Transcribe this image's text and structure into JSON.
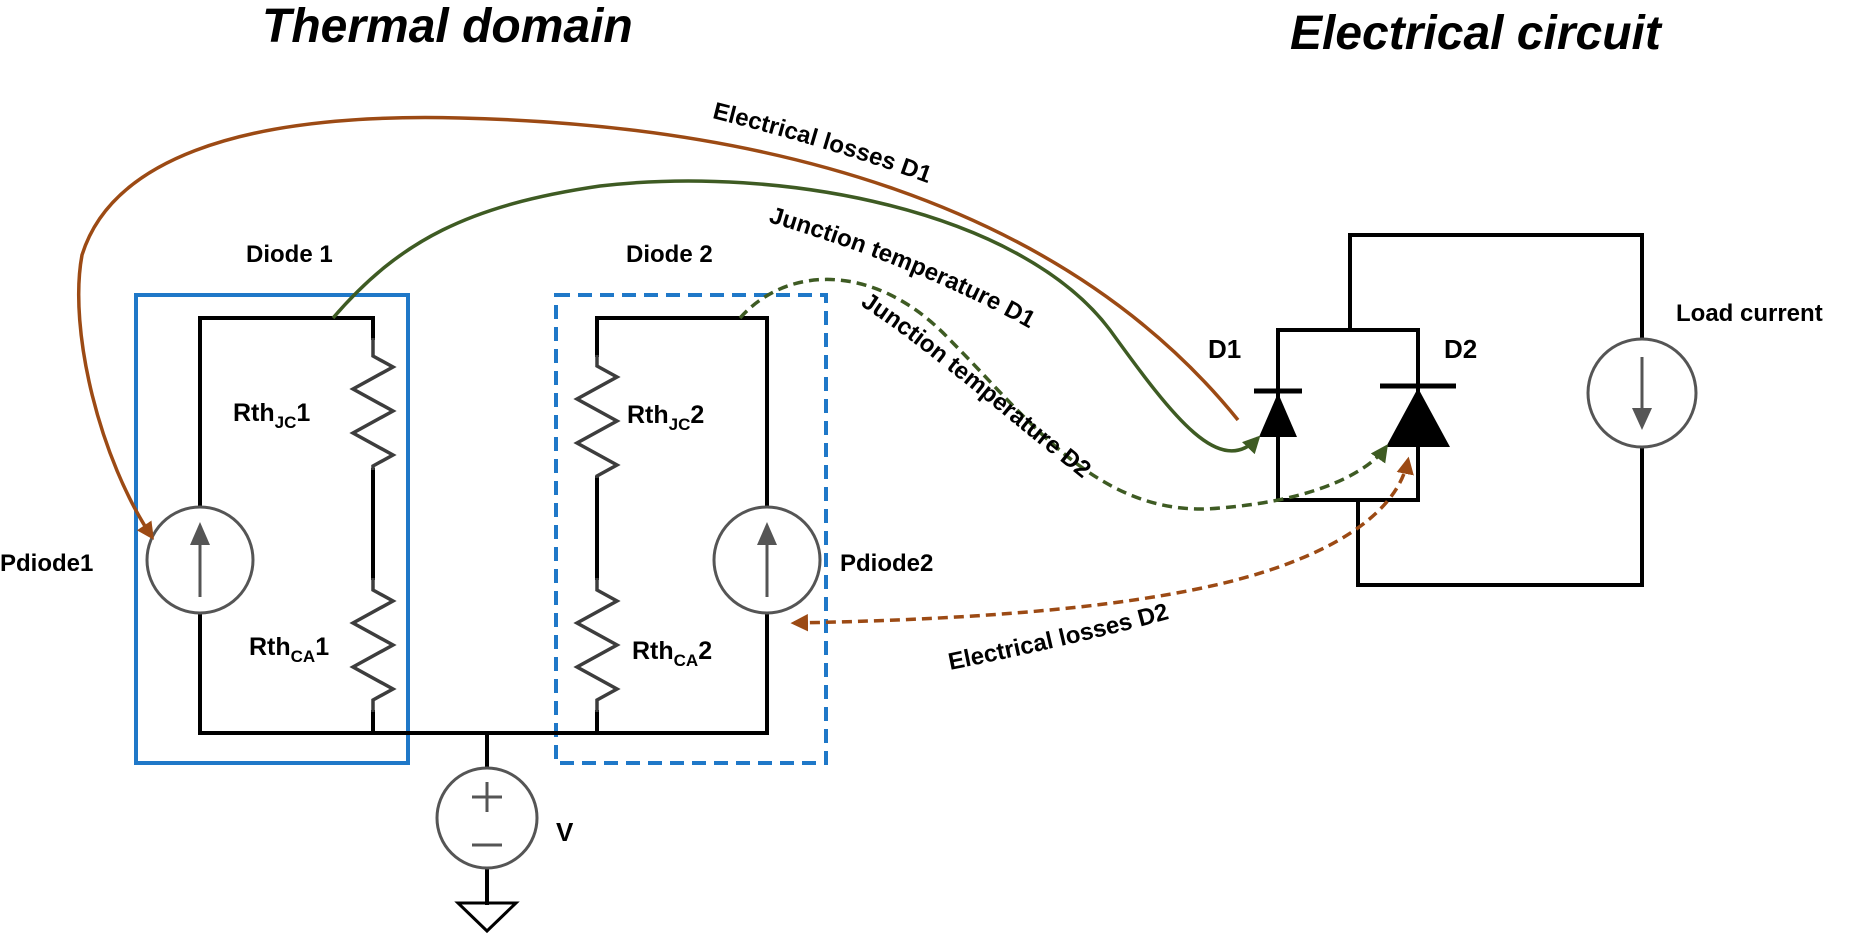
{
  "titles": {
    "thermal": "Thermal domain",
    "electrical": "Electrical circuit"
  },
  "groups": {
    "diode1": "Diode 1",
    "diode2": "Diode 2"
  },
  "components": {
    "rth_jc1": {
      "base": "Rth",
      "sub": "JC",
      "suffix": "1"
    },
    "rth_ca1": {
      "base": "Rth",
      "sub": "CA",
      "suffix": "1"
    },
    "rth_jc2": {
      "base": "Rth",
      "sub": "JC",
      "suffix": "2"
    },
    "rth_ca2": {
      "base": "Rth",
      "sub": "CA",
      "suffix": "2"
    },
    "pdiode1": "Pdiode1",
    "pdiode2": "Pdiode2",
    "voltage_source": "V",
    "d1": "D1",
    "d2": "D2",
    "load_current": "Load current"
  },
  "connections": {
    "losses_d1": "Electrical losses D1",
    "junction_temp_d1": "Junction temperature D1",
    "junction_temp_d2": "Junction temperature D2",
    "losses_d2": "Electrical losses D2"
  },
  "colors": {
    "losses": "#9c4a14",
    "temperature": "#3e5b23",
    "diode1_box": "#1f78c8",
    "diode2_box": "#1f78c8",
    "wire": "#000000",
    "resistor": "#3d3d3d",
    "source": "#555555"
  },
  "icons": {
    "current_source": "circle-arrow-icon",
    "voltage_source": "circle-plus-minus-icon",
    "ground": "ground-triangle-icon",
    "diode": "diode-triangle-bar-icon"
  }
}
